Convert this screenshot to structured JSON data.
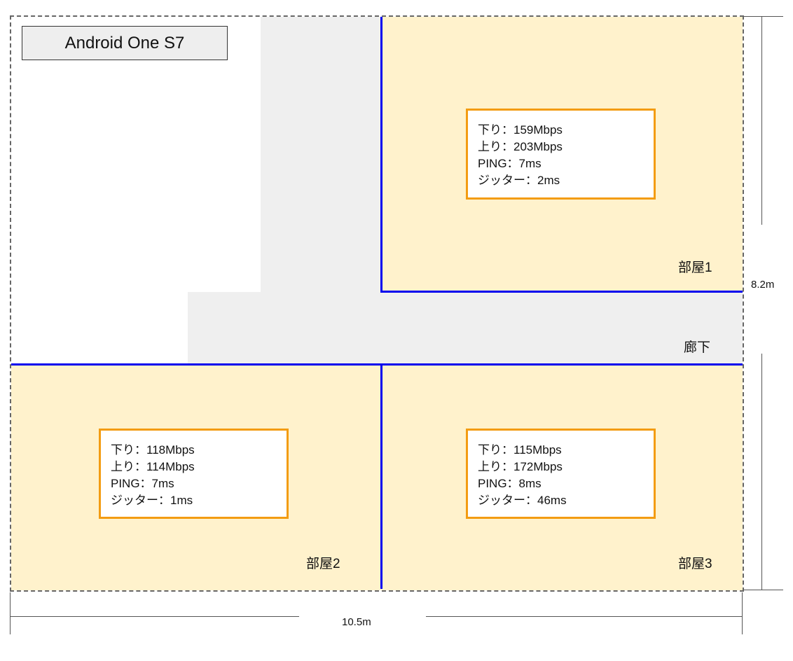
{
  "title": "Android One S7",
  "rooms": {
    "room1": {
      "name": "部屋1",
      "stats": [
        "下り：159Mbps",
        "上り：203Mbps",
        "PING：7ms",
        "ジッター：2ms"
      ]
    },
    "room2": {
      "name": "部屋2",
      "stats": [
        "下り：118Mbps",
        "上り：114Mbps",
        "PING：7ms",
        "ジッター：1ms"
      ]
    },
    "room3": {
      "name": "部屋3",
      "stats": [
        "下り：115Mbps",
        "上り：172Mbps",
        "PING：8ms",
        "ジッター：46ms"
      ]
    }
  },
  "corridor": {
    "name": "廊下"
  },
  "dimensions": {
    "width": "10.5m",
    "height": "8.2m"
  },
  "colors": {
    "room_fill": "#fff2cc",
    "corridor_fill": "#efefef",
    "wall": "#0000ee",
    "stats_border": "#f39c12"
  }
}
